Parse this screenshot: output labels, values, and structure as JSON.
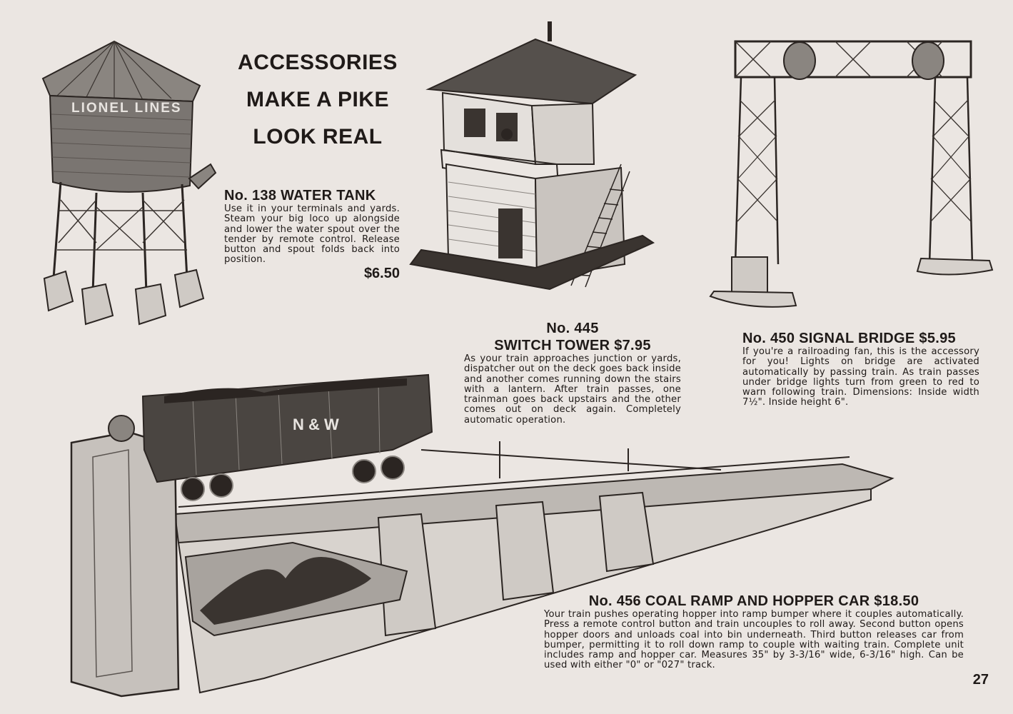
{
  "headline": {
    "line1": "ACCESSORIES",
    "line2": "MAKE A PIKE",
    "line3": "LOOK REAL"
  },
  "water_tank": {
    "title": "No. 138 WATER TANK",
    "description": "Use it in your terminals and yards. Steam your big loco up alongside and lower the water spout over the tender by remote control. Release button and spout folds back into position.",
    "price": "$6.50",
    "tank_lettering": "LIONEL LINES"
  },
  "switch_tower": {
    "title_line1": "No. 445",
    "title_line2": "SWITCH TOWER $7.95",
    "description": "As your train approaches junction or yards, dispatcher out on the deck goes back inside and another comes running down the stairs with a lantern. After train passes, one trainman goes back upstairs and the other comes out on deck again. Completely automatic operation."
  },
  "signal_bridge": {
    "title": "No. 450 SIGNAL BRIDGE $5.95",
    "description": "If you're a railroading fan, this is the accessory for you! Lights on bridge are activated automatically by passing train. As train passes under bridge lights turn from green to red to warn following train. Dimensions: Inside width 7½\". Inside height 6\"."
  },
  "coal_ramp": {
    "title": "No. 456 COAL RAMP AND HOPPER CAR $18.50",
    "description": "Your train pushes operating hopper into ramp bumper where it couples automatically. Press a remote control button and train uncouples to roll away. Second button opens hopper doors and unloads coal into bin underneath. Third button releases car from bumper, permitting it to roll down ramp to couple with waiting train. Complete unit includes ramp and hopper car. Measures 35\" by 3-3/16\" wide, 6-3/16\" high. Can be used with either \"0\" or \"027\" track.",
    "car_lettering": "N & W"
  },
  "page_number": "27"
}
